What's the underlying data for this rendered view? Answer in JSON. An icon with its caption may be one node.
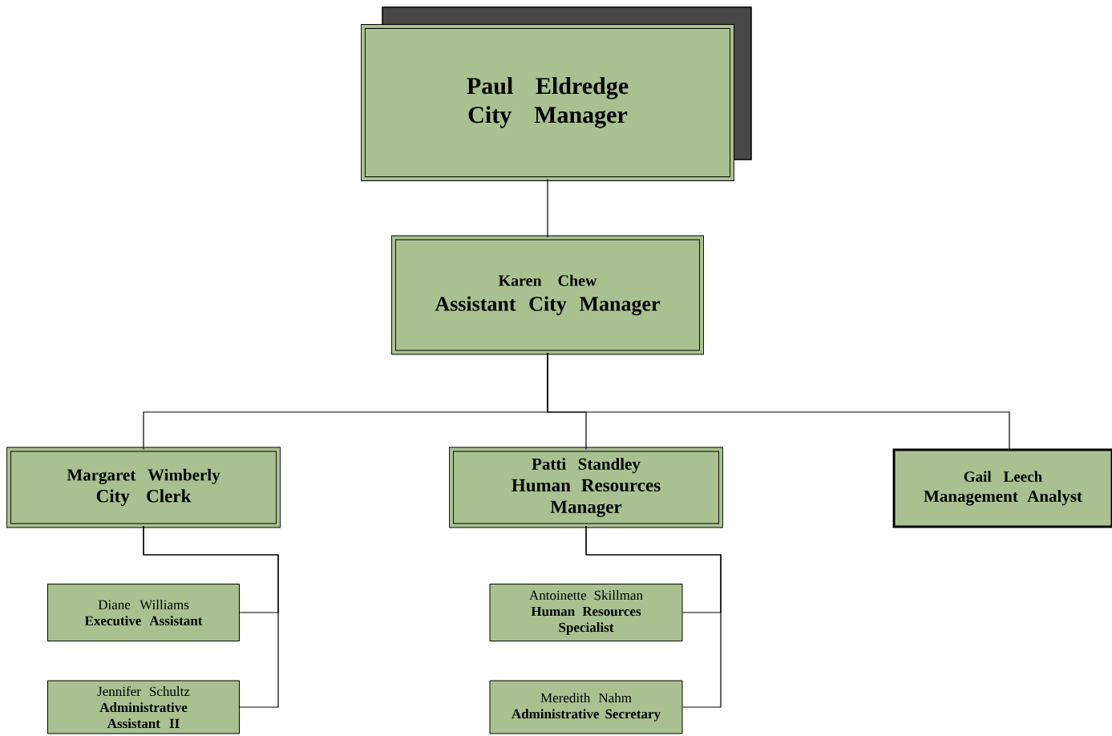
{
  "diagram": {
    "nodes": [
      {
        "text": [
          "Paul Eldredge",
          "City Manager"
        ]
      },
      {
        "text": [
          "Karen Chew",
          "Assistant City Manager"
        ]
      },
      {
        "text": [
          "Margaret Wimberly",
          "City Clerk"
        ]
      },
      {
        "text": [
          "Patti Standley",
          "Human Resources Manager"
        ]
      },
      {
        "text": [
          "Gail Leech",
          "Management Analyst"
        ]
      },
      {
        "text": [
          "Diane Williams",
          "Executive Assistant"
        ]
      },
      {
        "text": [
          "Jennifer Schultz",
          "Administrative Assistant II"
        ]
      },
      {
        "text": [
          "Antoinette Skillman",
          "Human Resources Specialist"
        ]
      },
      {
        "text": [
          "Meredith Nahm",
          "Administrative Secretary"
        ]
      }
    ],
    "edges": [
      {
        "from": 0,
        "to": 1,
        "arrow": "none"
      },
      {
        "from": 1,
        "to": 2,
        "arrow": "none"
      },
      {
        "from": 1,
        "to": 3,
        "arrow": "none"
      },
      {
        "from": 1,
        "to": 4,
        "arrow": "none"
      },
      {
        "from": 2,
        "to": 5,
        "arrow": "none"
      },
      {
        "from": 2,
        "to": 6,
        "arrow": "none"
      },
      {
        "from": 3,
        "to": 7,
        "arrow": "none"
      },
      {
        "from": 3,
        "to": 8,
        "arrow": "none"
      }
    ]
  }
}
